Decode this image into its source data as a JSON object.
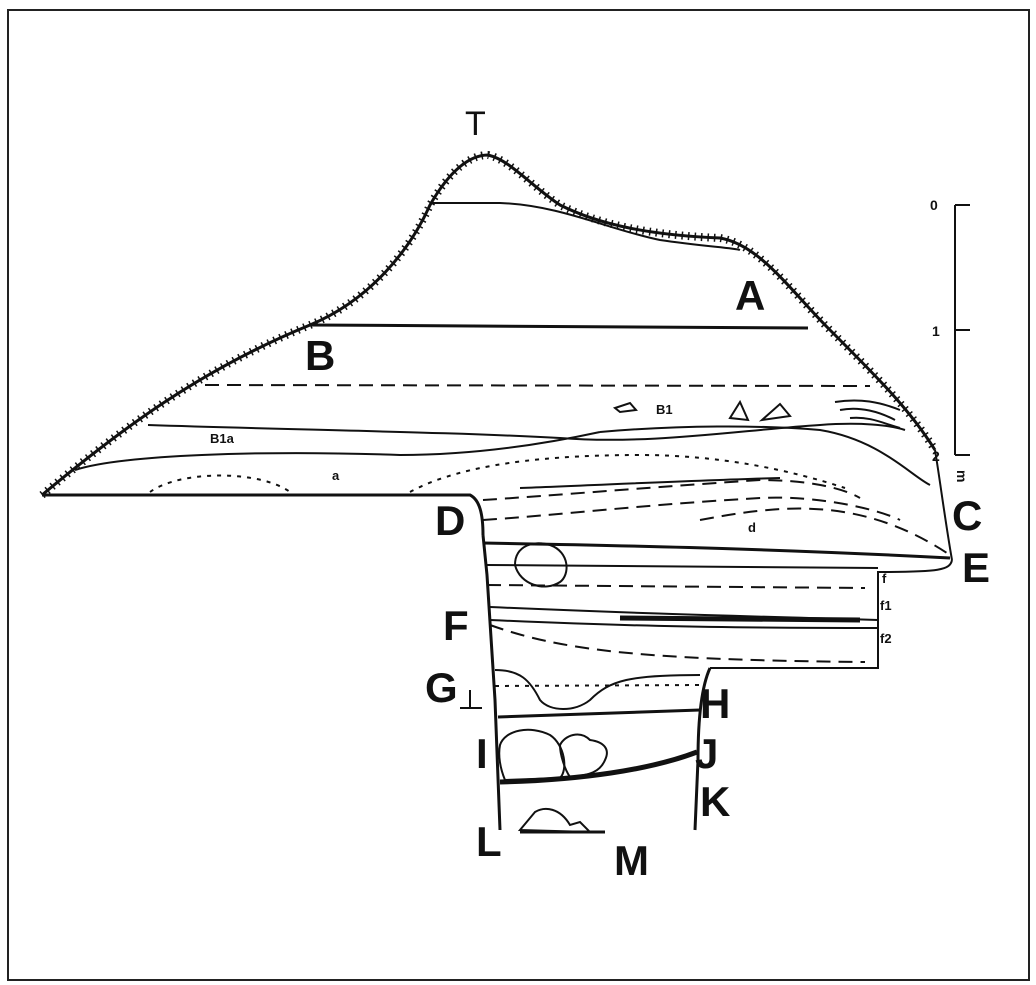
{
  "labels": {
    "T": "T",
    "A": "A",
    "B": "B",
    "C": "C",
    "D": "D",
    "E": "E",
    "F": "F",
    "G": "G",
    "H": "H",
    "I": "I",
    "J": "J",
    "K": "K",
    "L": "L",
    "M": "M"
  },
  "layer_labels": {
    "b1": "B1",
    "b1a": "B1a",
    "a": "a",
    "d": "d",
    "f": "f",
    "f1": "f1",
    "f2": "f2"
  },
  "scale": {
    "ticks": [
      "0",
      "1",
      "2"
    ],
    "unit": "m"
  }
}
